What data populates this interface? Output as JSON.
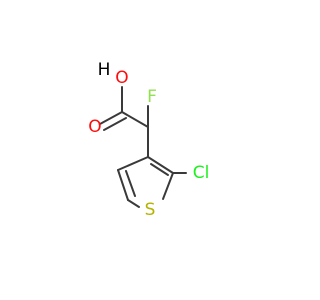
{
  "molecule": {
    "atoms": {
      "hydroxyl_h": {
        "label": "H",
        "color": "#000000"
      },
      "hydroxyl_o": {
        "label": "O",
        "color": "#ff0d0d"
      },
      "carbonyl_o": {
        "label": "O",
        "color": "#ff0d0d"
      },
      "fluorine": {
        "label": "F",
        "color": "#90e050"
      },
      "chlorine": {
        "label": "Cl",
        "color": "#1ff01f"
      },
      "sulfur": {
        "label": "S",
        "color": "#b3b300"
      }
    },
    "bond_color": "#3a3a3a"
  }
}
